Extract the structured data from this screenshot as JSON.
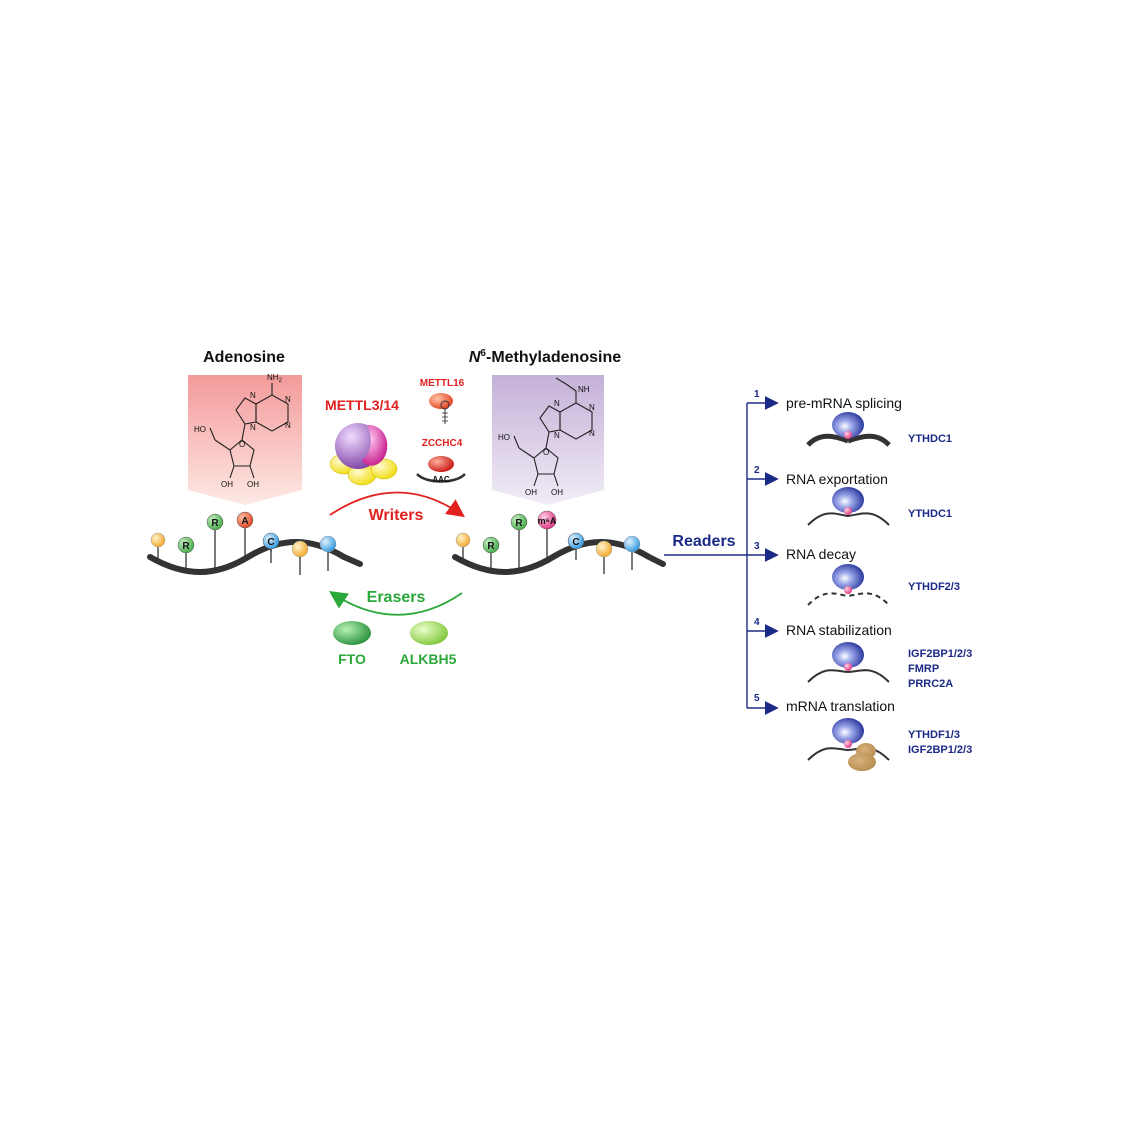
{
  "titles": {
    "adenosine": "Adenosine",
    "m6a_italic": "N",
    "m6a_sup": "6",
    "m6a_rest": "-Methyladenosine"
  },
  "chem": {
    "nh2": "NH",
    "nh2_sub": "2",
    "ho": "HO",
    "oh": "OH",
    "o": "O",
    "n": "N",
    "nh": "NH"
  },
  "writers": {
    "label": "Writers",
    "mettl314": "METTL3/14",
    "mettl16": "METTL16",
    "zcchc4": "ZCCHC4",
    "aac": "AAC"
  },
  "erasers": {
    "label": "Erasers",
    "fto": "FTO",
    "alkbh5": "ALKBH5"
  },
  "strand_labels": {
    "r": "R",
    "a": "A",
    "c": "C",
    "m6a": "m⁶A"
  },
  "readers": {
    "label": "Readers",
    "items": [
      {
        "num": "1",
        "process": "pre-mRNA splicing",
        "proteins": [
          "YTHDC1"
        ]
      },
      {
        "num": "2",
        "process": "RNA exportation",
        "proteins": [
          "YTHDC1"
        ]
      },
      {
        "num": "3",
        "process": "RNA decay",
        "proteins": [
          "YTHDF2/3"
        ]
      },
      {
        "num": "4",
        "process": "RNA stabilization",
        "proteins": [
          "IGF2BP1/2/3",
          "FMRP",
          "PRRC2A"
        ]
      },
      {
        "num": "5",
        "process": "mRNA translation",
        "proteins": [
          "YTHDF1/3",
          "IGF2BP1/2/3"
        ]
      }
    ]
  },
  "colors": {
    "writer_red": "#e0211f",
    "eraser_green": "#2aa83a",
    "reader_blue": "#1b2a86",
    "strand": "#333333"
  }
}
